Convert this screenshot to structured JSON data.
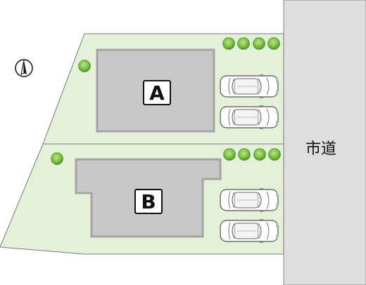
{
  "lots": [
    {
      "label": "A"
    },
    {
      "label": "B"
    }
  ],
  "road": {
    "label": "市道"
  },
  "compass": {
    "icon": "north-arrow-icon"
  },
  "colors": {
    "lot_fill": "#e3f0da",
    "lot_border": "#7a7a7a",
    "building_fill": "#c8c8c8",
    "building_border": "#a0a0a0",
    "road_fill": "#dedede",
    "tree": "#7dc242"
  }
}
